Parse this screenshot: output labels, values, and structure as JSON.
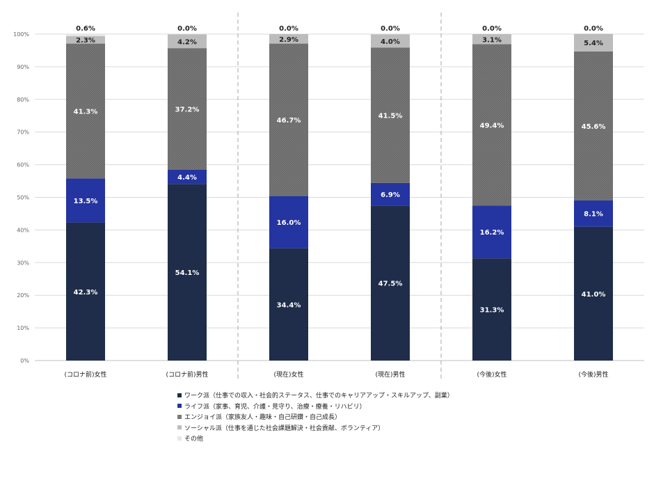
{
  "chart_data": {
    "type": "bar",
    "stacked": true,
    "categories": [
      "(コロナ前)女性",
      "(コロナ前)男性",
      "(現在)女性",
      "(現在)男性",
      "(今後)女性",
      "(今後)男性"
    ],
    "series": [
      {
        "name": "ワーク派（仕事での収入・社会的ステータス、仕事でのキャリアアップ・スキルアップ、副業）",
        "color": "#1f2d4a",
        "label_color": "#ffffff",
        "values": [
          42.3,
          54.1,
          34.4,
          47.5,
          31.3,
          41.0
        ],
        "labels": [
          "42.3%",
          "54.1%",
          "34.4%",
          "47.5%",
          "31.3%",
          "41.0%"
        ]
      },
      {
        "name": "ライフ派（家事、育児、介護・見守り、治療・療養・リハビリ）",
        "color": "#2434a0",
        "label_color": "#ffffff",
        "values": [
          13.5,
          4.4,
          16.0,
          6.9,
          16.2,
          8.1
        ],
        "labels": [
          "13.5%",
          "4.4%",
          "16.0%",
          "6.9%",
          "16.2%",
          "8.1%"
        ]
      },
      {
        "name": "エンジョイ派（家族友人・趣味・自己研鑽・自己成長）",
        "color": "#7a7a7a",
        "label_color": "#ffffff",
        "values": [
          41.3,
          37.2,
          46.7,
          41.5,
          49.4,
          45.6
        ],
        "labels": [
          "41.3%",
          "37.2%",
          "46.7%",
          "41.5%",
          "49.4%",
          "45.6%"
        ]
      },
      {
        "name": "ソーシャル派（仕事を通じた社会課題解決・社会貢献、ボランティア）",
        "color": "#bcbcbc",
        "label_color": "#222222",
        "values": [
          2.3,
          4.2,
          2.9,
          4.0,
          3.1,
          5.4
        ],
        "labels": [
          "2.3%",
          "4.2%",
          "2.9%",
          "4.0%",
          "3.1%",
          "5.4%"
        ]
      },
      {
        "name": "その他",
        "color": "#e6e6e6",
        "label_color": "#222222",
        "values": [
          0.6,
          0.0,
          0.0,
          0.0,
          0.0,
          0.0
        ],
        "labels": [
          "0.6%",
          "0.0%",
          "0.0%",
          "0.0%",
          "0.0%",
          "0.0%"
        ]
      }
    ],
    "y_ticks": [
      "0%",
      "10%",
      "20%",
      "30%",
      "40%",
      "50%",
      "60%",
      "70%",
      "80%",
      "90%",
      "100%"
    ],
    "ylim": [
      0,
      100
    ],
    "grid": true,
    "group_separators_after": [
      1,
      3
    ],
    "legend_position": "bottom"
  }
}
